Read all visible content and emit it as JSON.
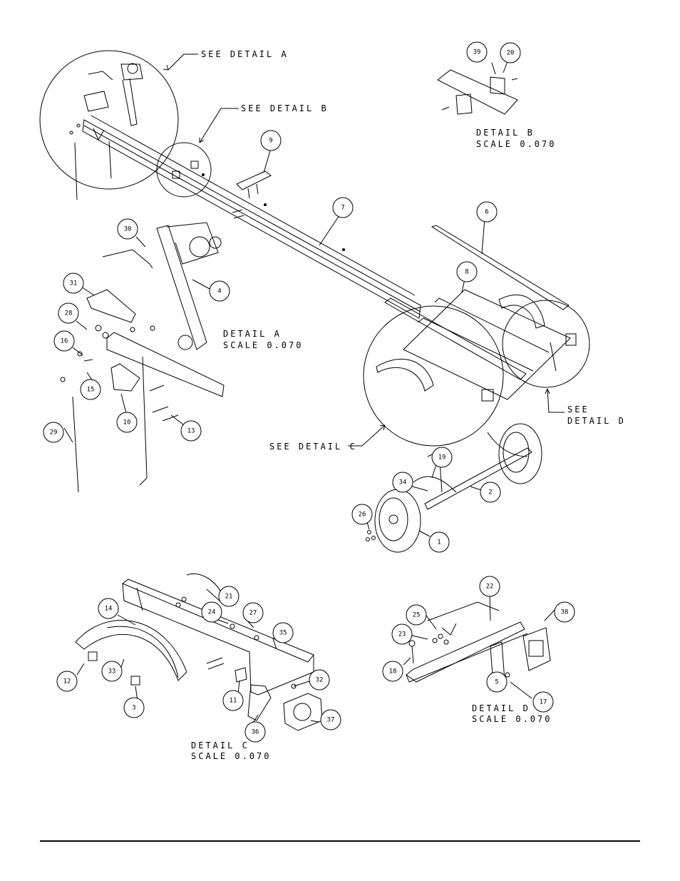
{
  "callouts": {
    "see_detail_a": "SEE DETAIL A",
    "see_detail_b": "SEE DETAIL B",
    "see_detail_c": "SEE DETAIL C",
    "see_detail_d_1": "SEE",
    "see_detail_d_2": "DETAIL D"
  },
  "details": {
    "a": {
      "title": "DETAIL A",
      "scale": "SCALE 0.070"
    },
    "b": {
      "title": "DETAIL B",
      "scale": "SCALE 0.070"
    },
    "c": {
      "title": "DETAIL C",
      "scale": "SCALE 0.070"
    },
    "d": {
      "title": "DETAIL D",
      "scale": "SCALE 0.070"
    }
  },
  "balloons": [
    "39",
    "20",
    "9",
    "7",
    "6",
    "30",
    "4",
    "31",
    "28",
    "16",
    "15",
    "10",
    "13",
    "29",
    "8",
    "19",
    "34",
    "2",
    "26",
    "1",
    "21",
    "14",
    "24",
    "27",
    "35",
    "12",
    "33",
    "11",
    "32",
    "3",
    "36",
    "37",
    "22",
    "25",
    "38",
    "23",
    "18",
    "5",
    "17"
  ]
}
